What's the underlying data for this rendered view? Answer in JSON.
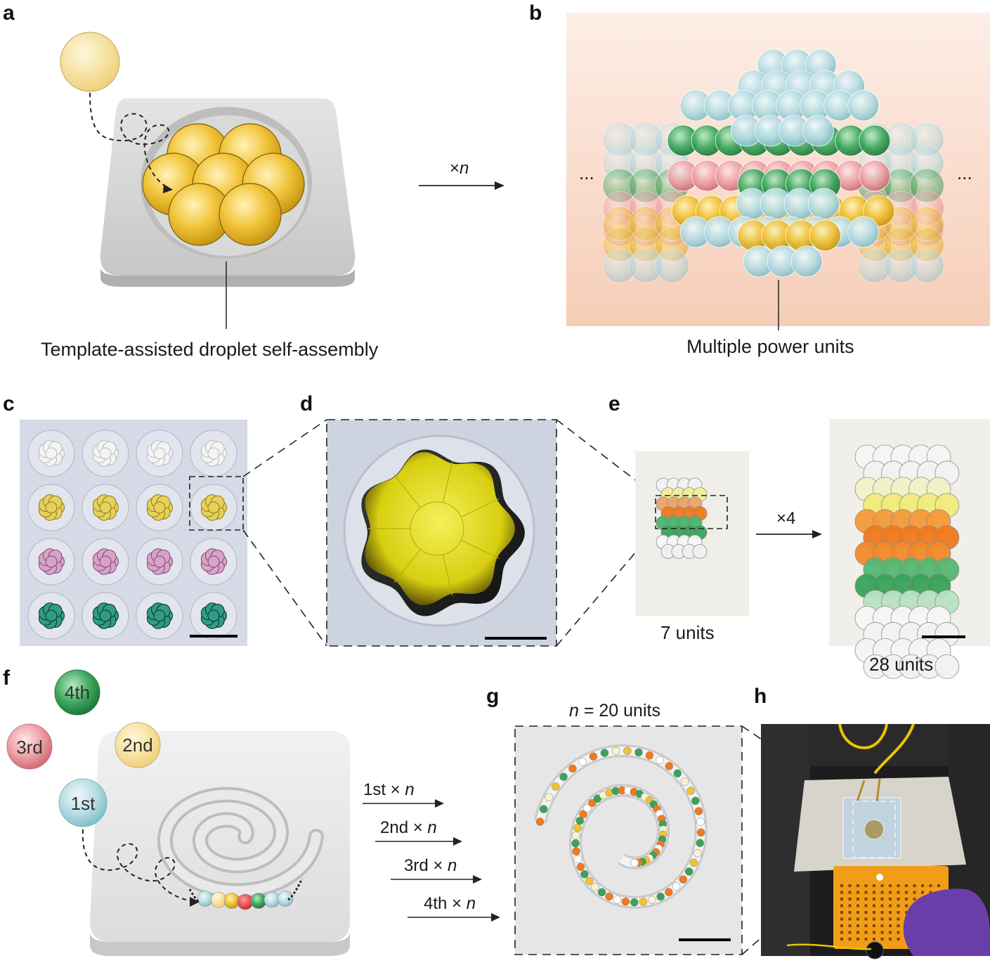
{
  "panels": {
    "a": "a",
    "b": "b",
    "c": "c",
    "d": "d",
    "e": "e",
    "f": "f",
    "g": "g",
    "h": "h"
  },
  "panel_a": {
    "caption": "Template-assisted droplet self-assembly"
  },
  "panel_ab_arrow": {
    "prefix": "×",
    "var": "n"
  },
  "panel_b": {
    "caption": "Multiple power units",
    "ellipsis_left": "...",
    "ellipsis_right": "..."
  },
  "panel_e": {
    "multiplier": "×4",
    "left_caption": "7 units",
    "right_caption": "28 units"
  },
  "panel_f": {
    "balls": [
      "4th",
      "3rd",
      "2nd",
      "1st"
    ],
    "steps": [
      {
        "label": "1st ×",
        "var": "n"
      },
      {
        "label": "2nd ×",
        "var": "n"
      },
      {
        "label": "3rd ×",
        "var": "n"
      },
      {
        "label": "4th ×",
        "var": "n"
      }
    ]
  },
  "panel_g": {
    "var": "n",
    "rest": " = 20 units"
  },
  "colors": {
    "yellow": "#f1c232",
    "blue": "#b9dde3",
    "green": "#3aa35a",
    "pink": "#eb9ba0",
    "peach": "#f7d6c6",
    "orange": "#f07a1e"
  }
}
